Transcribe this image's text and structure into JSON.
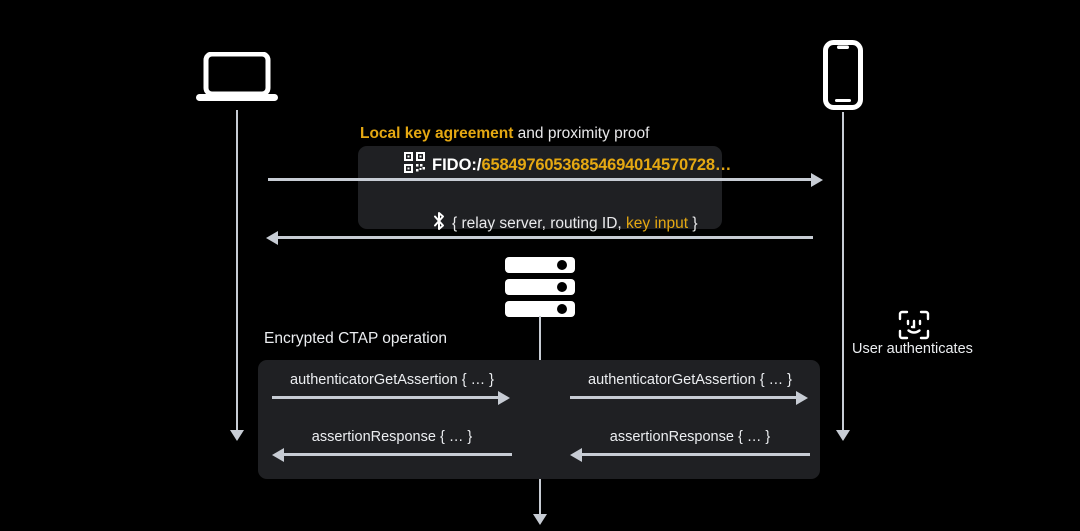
{
  "diagram": {
    "background": "#000000",
    "accent_color": "#e5a812",
    "line_color": "#c7ccd4",
    "panel_color": "#1f2023"
  },
  "actors": {
    "client": {
      "icon": "laptop-icon",
      "name": "laptop"
    },
    "relay": {
      "icon": "server-icon",
      "name": "relay-server"
    },
    "authenticator": {
      "icon": "phone-icon",
      "name": "phone"
    }
  },
  "sections": {
    "local": {
      "title_highlight": "Local key agreement",
      "title_rest": " and proximity proof",
      "qr_message": {
        "icon": "qr-code-icon",
        "prefix": "FIDO:/",
        "code": "65849760536854694014570728…"
      },
      "bluetooth_message": {
        "icon": "bluetooth-icon",
        "prefix": "{ relay server, routing ID, ",
        "highlight": "key input",
        "suffix": " }"
      }
    },
    "ctap": {
      "title": "Encrypted CTAP operation",
      "messages": [
        {
          "label": "authenticatorGetAssertion { … }",
          "direction": "right",
          "side": "left"
        },
        {
          "label": "authenticatorGetAssertion { … }",
          "direction": "right",
          "side": "right"
        },
        {
          "label": "assertionResponse { … }",
          "direction": "left",
          "side": "left"
        },
        {
          "label": "assertionResponse { … }",
          "direction": "left",
          "side": "right"
        }
      ]
    },
    "user": {
      "icon": "face-id-icon",
      "caption": "User authenticates"
    }
  }
}
